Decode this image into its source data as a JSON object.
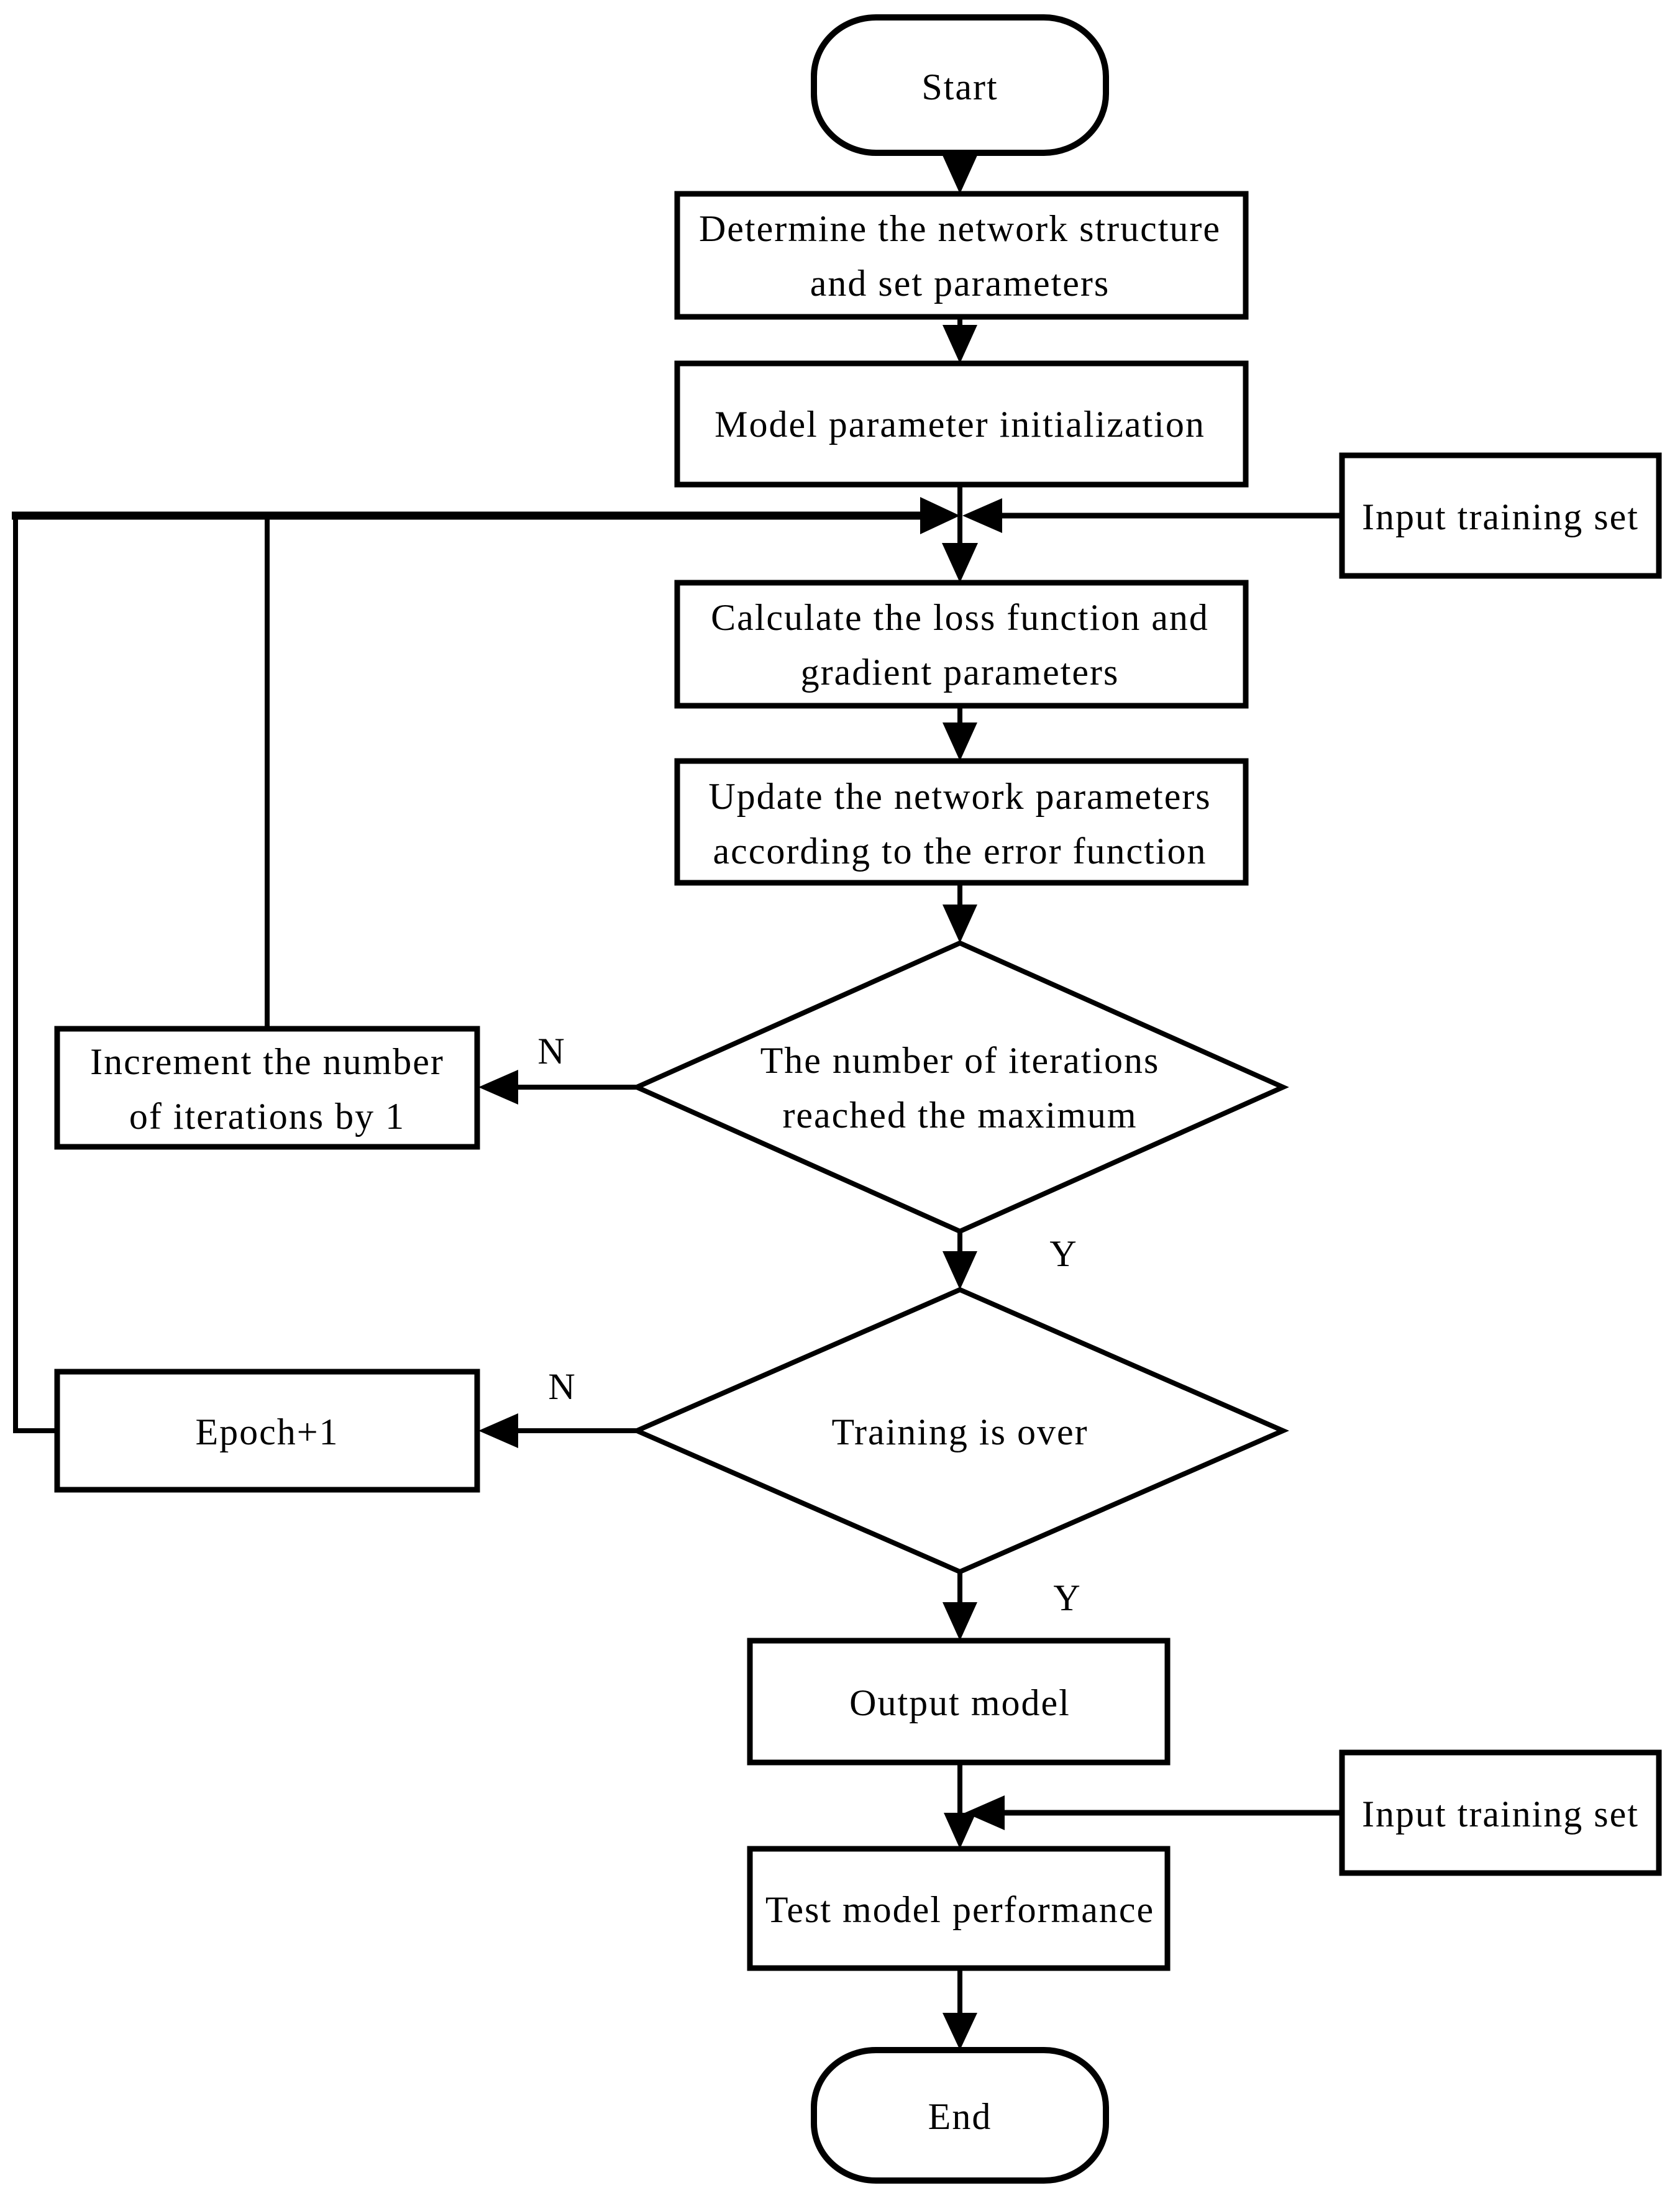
{
  "colors": {
    "background": "#ffffff",
    "ink": "#000000"
  },
  "nodes": {
    "start": {
      "label": "Start"
    },
    "determine": {
      "line1": "Determine the network structure",
      "line2": "and set parameters"
    },
    "init": {
      "label": "Model parameter initialization"
    },
    "input_training_top": {
      "label": "Input training set"
    },
    "calculate": {
      "line1": "Calculate the loss function and",
      "line2": "gradient parameters"
    },
    "update": {
      "line1": "Update the network parameters",
      "line2": "according to the error function"
    },
    "iterations_decision": {
      "line1": "The number of iterations",
      "line2": "reached the maximum"
    },
    "increment": {
      "line1": "Increment the number",
      "line2": "of iterations by 1"
    },
    "training_decision": {
      "label": "Training is over"
    },
    "epoch": {
      "label": "Epoch+1"
    },
    "output_model": {
      "label": "Output model"
    },
    "input_training_bottom": {
      "label": "Input training set"
    },
    "test": {
      "label": "Test model performance"
    },
    "end": {
      "label": "End"
    }
  },
  "edge_labels": {
    "iterations_no": "N",
    "iterations_yes": "Y",
    "training_no": "N",
    "training_yes": "Y"
  }
}
